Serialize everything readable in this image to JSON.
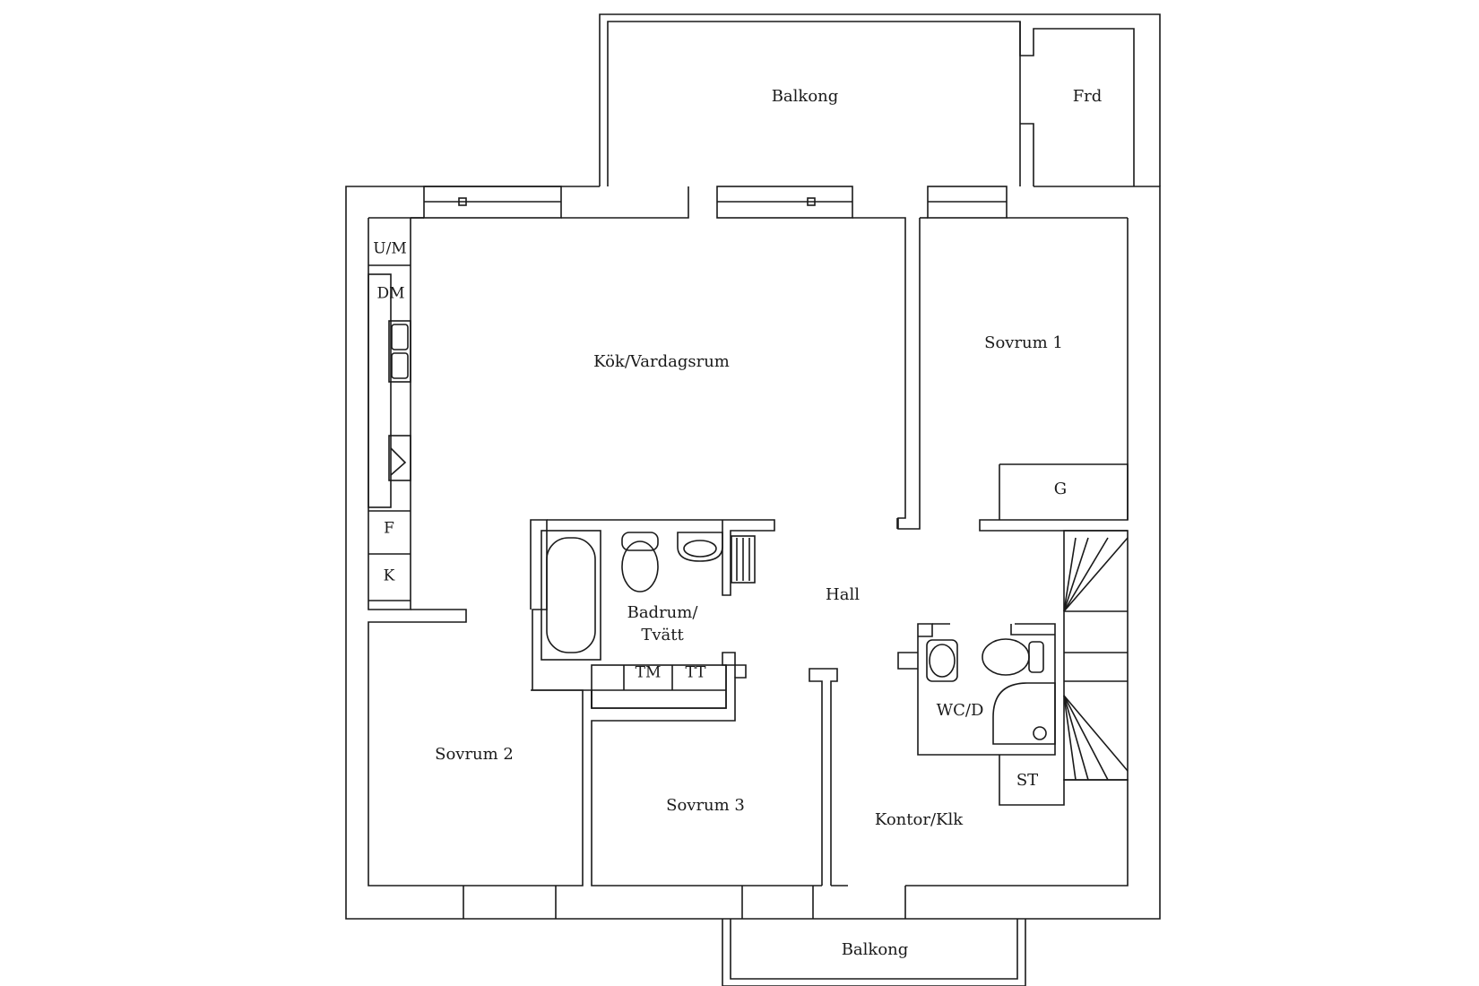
{
  "rooms": {
    "balkong_top": "Balkong",
    "frd": "Frd",
    "kok_vardagsrum": "Kök/Vardagsrum",
    "sovrum1": "Sovrum 1",
    "g": "G",
    "hall": "Hall",
    "badrum_line1": "Badrum/",
    "badrum_line2": "Tvätt",
    "wc_d": "WC/D",
    "st": "ST",
    "sovrum2": "Sovrum 2",
    "sovrum3": "Sovrum 3",
    "kontor": "Kontor/Klk",
    "balkong_bottom": "Balkong"
  },
  "fixtures": {
    "um": "U/M",
    "dm": "DM",
    "f": "F",
    "k": "K",
    "tm": "TM",
    "tt": "TT"
  }
}
